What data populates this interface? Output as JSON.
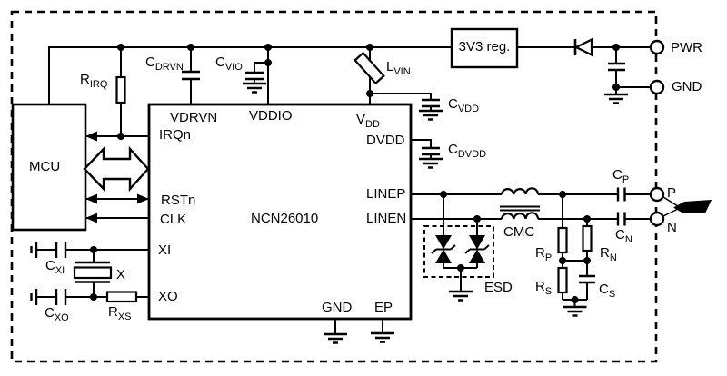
{
  "mcu": {
    "label": "MCU"
  },
  "ic": {
    "part_number": "NCN26010",
    "pins": {
      "vdrvn": "VDRVN",
      "vddio": "VDDIO",
      "vdd": {
        "main": "V",
        "sub": "DD"
      },
      "irqn": "IRQn",
      "rstn": "RSTn",
      "clk": "CLK",
      "xi": "XI",
      "xo": "XO",
      "dvdd": "DVDD",
      "linep": "LINEP",
      "linen": "LINEN",
      "gnd": "GND",
      "ep": "EP"
    }
  },
  "power": {
    "regulator": "3V3 reg.",
    "r_irq": {
      "main": "R",
      "sub": "IRQ"
    },
    "c_drvn": {
      "main": "C",
      "sub": "DRVN"
    },
    "c_vio": {
      "main": "C",
      "sub": "VIO"
    },
    "l_vin": {
      "main": "L",
      "sub": "VIN"
    },
    "c_vdd": {
      "main": "C",
      "sub": "VDD"
    },
    "c_dvdd": {
      "main": "C",
      "sub": "DVDD"
    }
  },
  "crystal_section": {
    "crystal": "X",
    "c_xi": {
      "main": "C",
      "sub": "XI"
    },
    "c_xo": {
      "main": "C",
      "sub": "XO"
    },
    "r_xs": {
      "main": "R",
      "sub": "XS"
    }
  },
  "line_section": {
    "cmc": "CMC",
    "esd": "ESD",
    "c_p": {
      "main": "C",
      "sub": "P"
    },
    "c_n": {
      "main": "C",
      "sub": "N"
    },
    "r_p": {
      "main": "R",
      "sub": "P"
    },
    "r_n": {
      "main": "R",
      "sub": "N"
    },
    "r_s": {
      "main": "R",
      "sub": "S"
    },
    "c_s": {
      "main": "C",
      "sub": "S"
    }
  },
  "connectors": {
    "pwr": "PWR",
    "gnd": "GND",
    "p": "P",
    "n": "N"
  }
}
